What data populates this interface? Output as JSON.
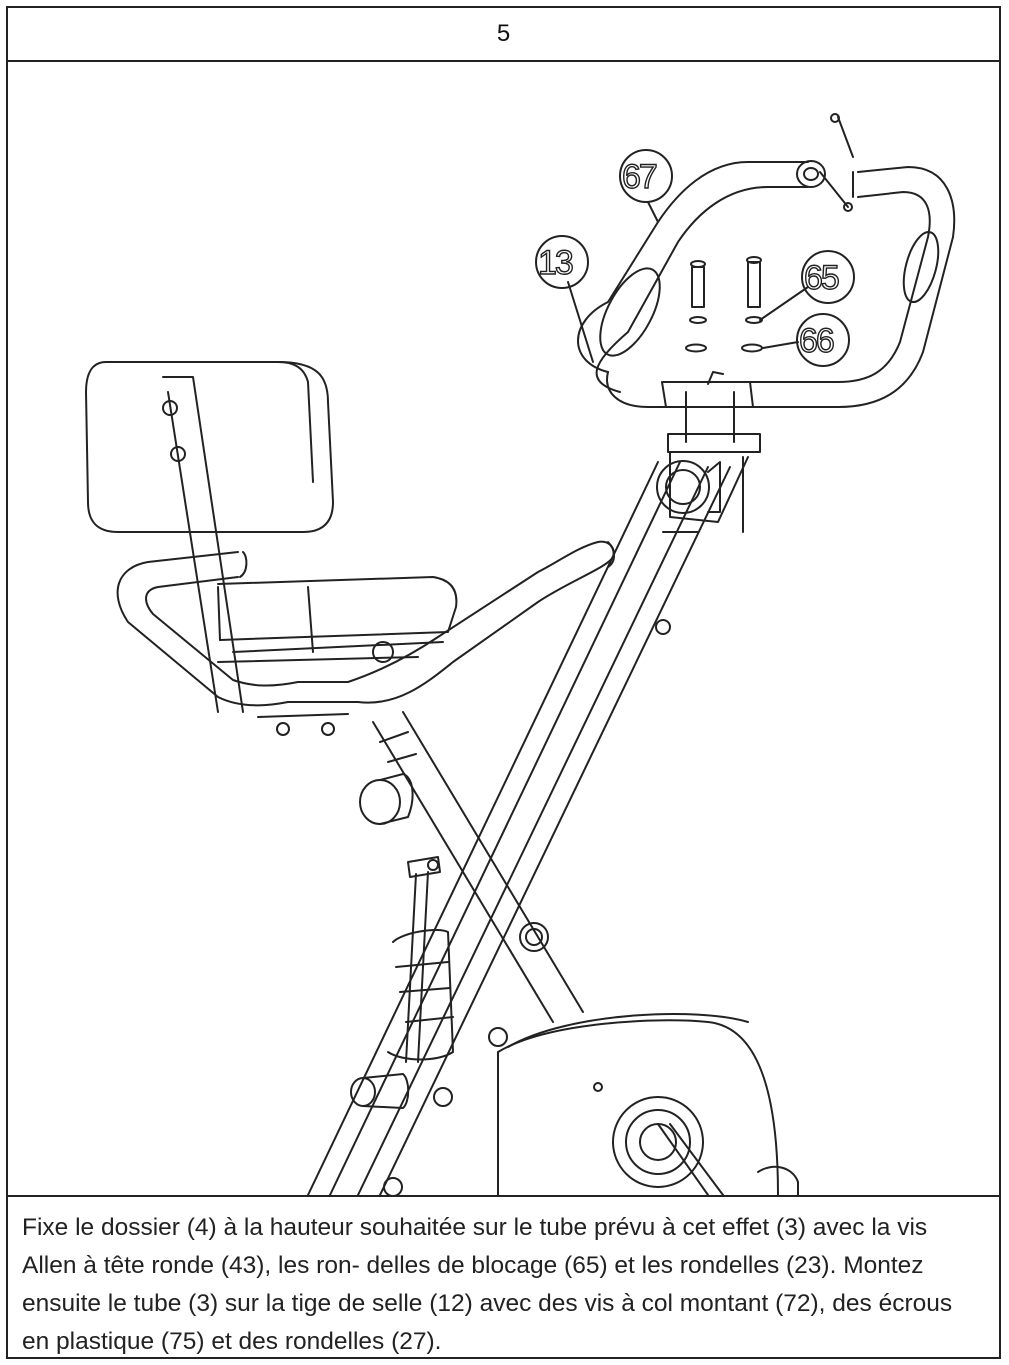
{
  "step": {
    "number": "5"
  },
  "figure": {
    "callouts": [
      {
        "id": "callout-67",
        "text": "67"
      },
      {
        "id": "callout-13",
        "text": "13"
      },
      {
        "id": "callout-65",
        "text": "65"
      },
      {
        "id": "callout-66",
        "text": "66"
      }
    ]
  },
  "instructions": {
    "text": "Fixe le dossier (4) à la hauteur souhaitée sur le tube prévu à cet effet (3) avec la vis Allen à tête ronde (43), les ron- delles de blocage (65) et les rondelles (23). Montez ensuite le tube (3) sur la tige de selle (12) avec des vis à col montant (72), des écrous en plastique (75) et des rondelles (27)."
  }
}
